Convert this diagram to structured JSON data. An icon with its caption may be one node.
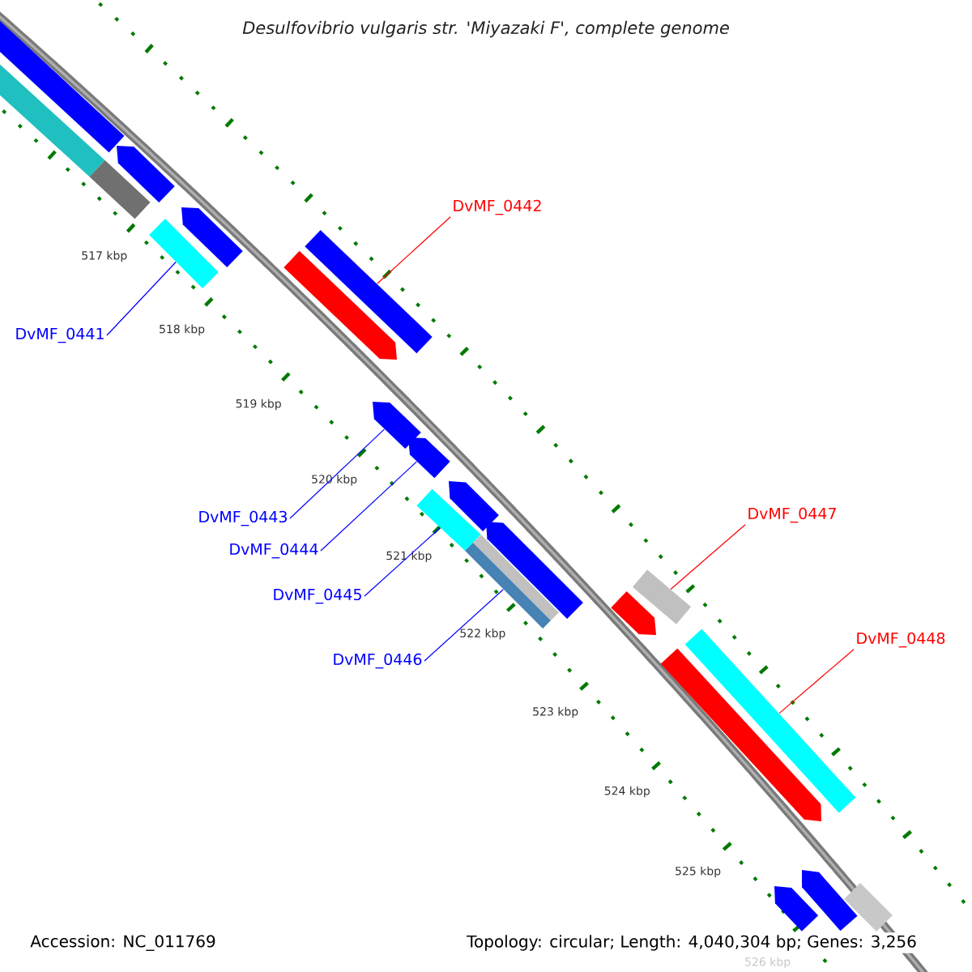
{
  "diagram": {
    "title": "Desulfovibrio vulgaris str. 'Miyazaki F', complete genome",
    "nodes": [
      {
        "text": [
          "DvMF_0442"
        ]
      },
      {
        "text": [
          "DvMF_0441"
        ]
      },
      {
        "text": [
          "DvMF_0447"
        ]
      },
      {
        "text": [
          "DvMF_0443"
        ]
      },
      {
        "text": [
          "DvMF_0444"
        ]
      },
      {
        "text": [
          "DvMF_0445"
        ]
      },
      {
        "text": [
          "DvMF_0448"
        ]
      },
      {
        "text": [
          "DvMF_0446"
        ]
      },
      {
        "text": [],
        "shape": "bar"
      },
      {
        "text": [],
        "shape": "bar"
      },
      {
        "text": [],
        "shape": "bar"
      },
      {
        "text": [],
        "shape": "bar"
      },
      {
        "text": [],
        "shape": "bar"
      },
      {
        "text": [],
        "shape": "bar"
      },
      {
        "text": [],
        "shape": "bar"
      },
      {
        "text": [],
        "shape": "bar"
      },
      {
        "text": [],
        "shape": "bar"
      },
      {
        "text": [],
        "shape": "bar"
      },
      {
        "text": [],
        "shape": "bar"
      },
      {
        "text": [],
        "shape": "bar"
      },
      {
        "text": [],
        "shape": "bar"
      },
      {
        "text": [],
        "shape": "bar"
      },
      {
        "text": [],
        "shape": "bar"
      },
      {
        "text": [],
        "shape": "bar"
      },
      {
        "text": [],
        "shape": "bar"
      },
      {
        "text": [],
        "shape": "bar"
      },
      {
        "text": [],
        "shape": "bar"
      },
      {
        "text": [],
        "shape": "bar"
      },
      {
        "text": [],
        "shape": "bar"
      }
    ],
    "edges": [
      {
        "from": 0,
        "to": 14,
        "arrow": "none",
        "color": "#ff0000"
      },
      {
        "from": 1,
        "to": 13,
        "arrow": "none"
      },
      {
        "from": 2,
        "to": 22,
        "arrow": "none",
        "color": "#ff0000"
      },
      {
        "from": 3,
        "to": 16,
        "arrow": "none"
      },
      {
        "from": 4,
        "to": 17,
        "arrow": "none"
      },
      {
        "from": 5,
        "to": 19,
        "arrow": "none"
      },
      {
        "from": 6,
        "to": 24,
        "arrow": "none",
        "color": "#ff0000"
      },
      {
        "from": 7,
        "to": 21,
        "arrow": "none"
      }
    ],
    "labels": [
      "517 kbp",
      "518 kbp",
      "519 kbp",
      "520 kbp",
      "521 kbp",
      "522 kbp",
      "523 kbp",
      "524 kbp",
      "525 kbp",
      "526 kbp",
      "Accession: NC_011769",
      "Topology: circular; Length: 4,040,304 bp; Genes: 3,256"
    ]
  }
}
